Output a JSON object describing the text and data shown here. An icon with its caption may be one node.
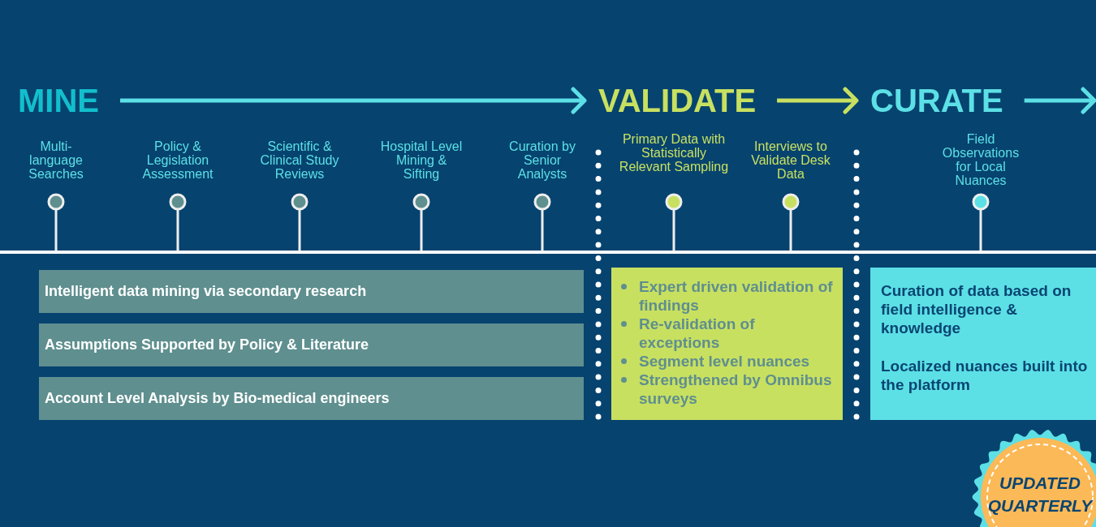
{
  "diagram": {
    "nodes": [
      {
        "text": [
          "MINE"
        ]
      },
      {
        "text": [
          "VALIDATE"
        ]
      },
      {
        "text": [
          "CURATE"
        ]
      },
      {
        "text": [
          "Intelligent data mining via secondary research"
        ]
      },
      {
        "text": [
          "Assumptions Supported by Policy & Literature"
        ]
      },
      {
        "text": [
          "Account Level Analysis by Bio-medical engineers"
        ]
      },
      {
        "text": [
          "Expert driven validation of findings",
          "Re-validation of exceptions",
          "Segment level nuances",
          "Strengthened by Omnibus surveys"
        ]
      },
      {
        "text": [
          "Curation of data based on field intelligence & knowledge",
          "Localized nuances built into the platform"
        ]
      },
      {
        "text": [
          "UPDATED QUARTERLY"
        ]
      }
    ],
    "edges": [
      {
        "from": 0,
        "to": 1,
        "arrow": "to"
      },
      {
        "from": 1,
        "to": 2,
        "arrow": "to",
        "color": "#c8e060"
      },
      {
        "from": 2,
        "to": null,
        "arrow": "to"
      }
    ],
    "labels": [
      "Multi-language Searches",
      "Policy & Legislation Assessment",
      "Scientific & Clinical Study Reviews",
      "Hospital Level Mining & Sifting",
      "Curation by Senior Analysts",
      "Primary Data with Statistically Relevant Sampling",
      "Interviews to Validate Desk Data",
      "Field Observations for Local Nuances"
    ]
  }
}
